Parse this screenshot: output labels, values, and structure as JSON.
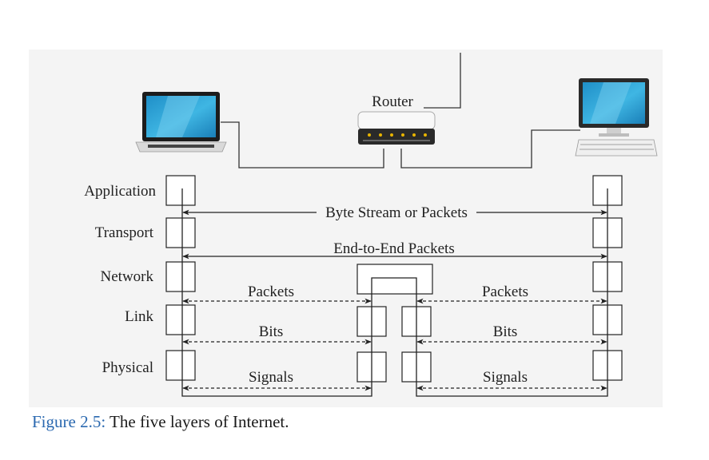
{
  "diagram": {
    "layers": [
      "Application",
      "Transport",
      "Network",
      "Link",
      "Physical"
    ],
    "router_label": "Router",
    "arrows": {
      "byte_stream": "Byte Stream or Packets",
      "end_to_end": "End-to-End Packets",
      "packets_left": "Packets",
      "packets_right": "Packets",
      "bits_left": "Bits",
      "bits_right": "Bits",
      "signals_left": "Signals",
      "signals_right": "Signals"
    }
  },
  "caption": {
    "figure": "Figure 2.5:",
    "text": " The five layers of Internet."
  },
  "colors": {
    "caption_accent": "#2b69b0",
    "panel_bg": "#f4f4f4",
    "line": "#222222",
    "screen_blue": "#2aa3d6"
  }
}
